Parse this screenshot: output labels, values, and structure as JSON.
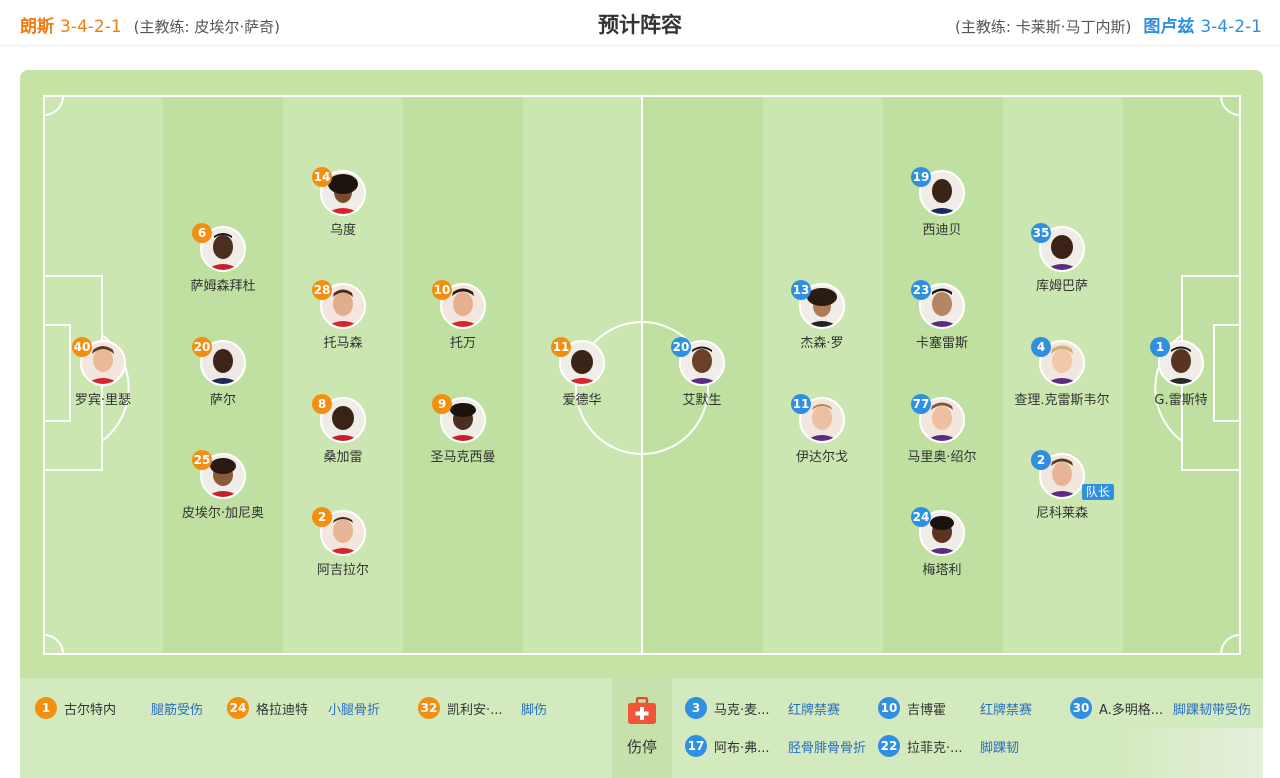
{
  "header": {
    "home": {
      "name": "朗斯",
      "formation": "3-4-2-1",
      "coach": "(主教练: 皮埃尔·萨奇)"
    },
    "title": "预计阵容",
    "away": {
      "name": "图卢兹",
      "formation": "3-4-2-1",
      "coach": "(主教练: 卡莱斯·马丁内斯)"
    }
  },
  "colors": {
    "home": "#f38f10",
    "away": "#2f8fe0",
    "pitch": "#c4e3a5"
  },
  "lineup": {
    "home": [
      {
        "number": "40",
        "name": "罗宾·里瑟"
      },
      {
        "number": "6",
        "name": "萨姆森拜杜"
      },
      {
        "number": "20",
        "name": "萨尔"
      },
      {
        "number": "25",
        "name": "皮埃尔·加尼奥"
      },
      {
        "number": "14",
        "name": "乌度"
      },
      {
        "number": "28",
        "name": "托马森"
      },
      {
        "number": "8",
        "name": "桑加雷"
      },
      {
        "number": "2",
        "name": "阿吉拉尔"
      },
      {
        "number": "10",
        "name": "托万"
      },
      {
        "number": "9",
        "name": "圣马克西曼"
      },
      {
        "number": "11",
        "name": "爱德华"
      }
    ],
    "away": [
      {
        "number": "20",
        "name": "艾默生"
      },
      {
        "number": "13",
        "name": "杰森·罗"
      },
      {
        "number": "11",
        "name": "伊达尔戈"
      },
      {
        "number": "19",
        "name": "西迪贝"
      },
      {
        "number": "23",
        "name": "卡塞雷斯"
      },
      {
        "number": "77",
        "name": "马里奥·绍尔"
      },
      {
        "number": "24",
        "name": "梅塔利"
      },
      {
        "number": "35",
        "name": "库姆巴萨"
      },
      {
        "number": "4",
        "name": "查理.克雷斯韦尔"
      },
      {
        "number": "2",
        "name": "尼科莱森",
        "captain": "队长"
      },
      {
        "number": "1",
        "name": "G.雷斯特"
      }
    ]
  },
  "injuries": {
    "label": "伤停",
    "icon": "first-aid-kit-icon",
    "home": [
      {
        "number": "1",
        "name": "古尔特内",
        "reason": "腿筋受伤"
      },
      {
        "number": "24",
        "name": "格拉迪特",
        "reason": "小腿骨折"
      },
      {
        "number": "32",
        "name": "凯利安·...",
        "reason": "脚伤"
      }
    ],
    "away": [
      {
        "number": "3",
        "name": "马克·麦...",
        "reason": "红牌禁赛"
      },
      {
        "number": "10",
        "name": "吉博霍",
        "reason": "红牌禁赛"
      },
      {
        "number": "30",
        "name": "A.多明格...",
        "reason": "脚踝韧带受伤"
      },
      {
        "number": "17",
        "name": "阿布·弗...",
        "reason": "胫骨腓骨骨折"
      },
      {
        "number": "22",
        "name": "拉菲克·...",
        "reason": "脚踝韧"
      }
    ]
  }
}
